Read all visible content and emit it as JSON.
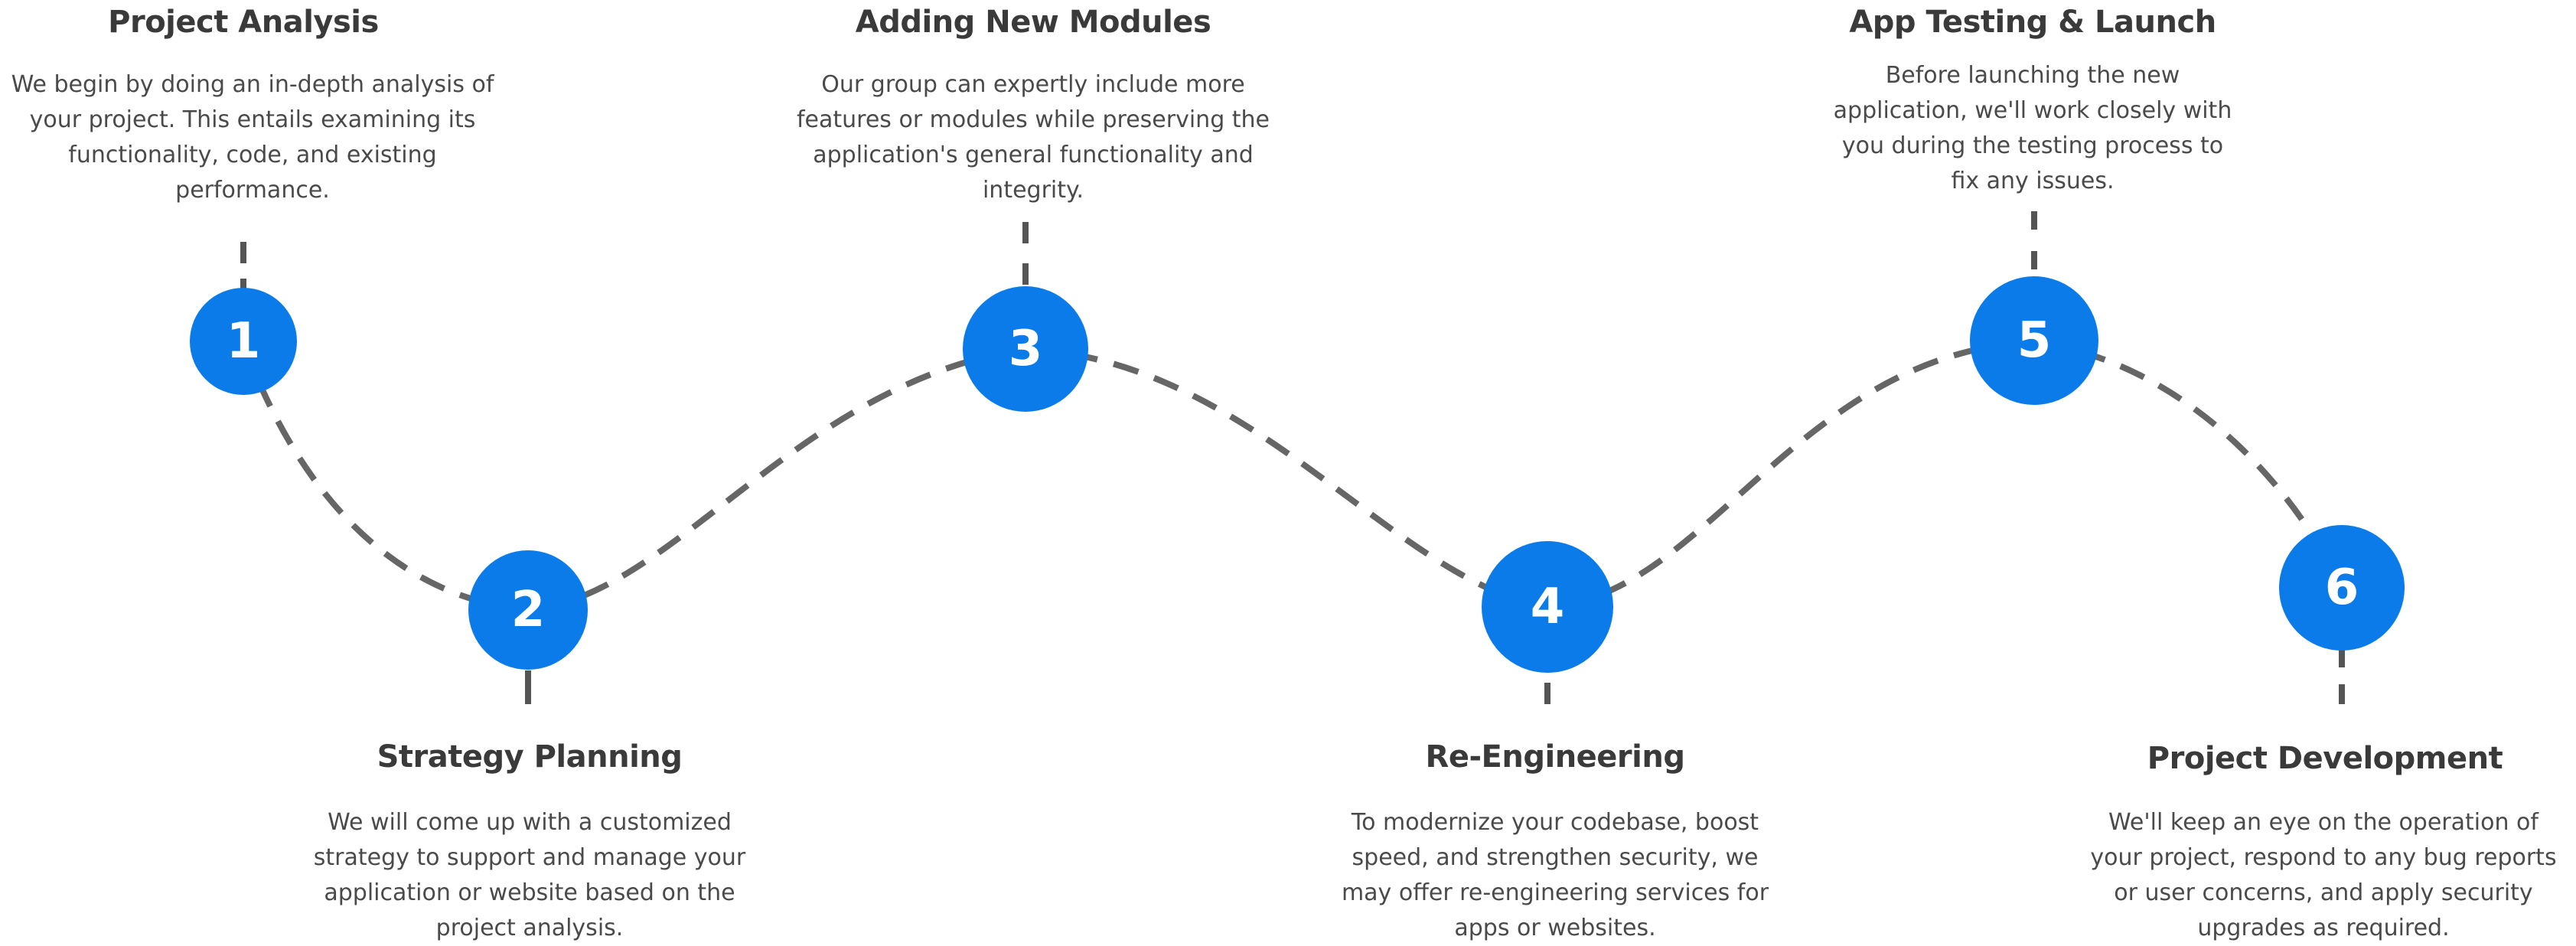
{
  "colors": {
    "accent": "#0a7be8",
    "connector": "#666666",
    "title": "#3a3a3a",
    "text": "#4a4a4a"
  },
  "steps": [
    {
      "number": "1",
      "title": "Project Analysis",
      "lines": [
        "We begin by doing an in-depth analysis of",
        "your project. This entails examining its",
        "functionality, code, and existing",
        "performance."
      ]
    },
    {
      "number": "2",
      "title": "Strategy Planning",
      "lines": [
        "We will come up with a customized",
        "strategy to support and manage your",
        "application or website based on the",
        "project analysis."
      ]
    },
    {
      "number": "3",
      "title": "Adding New Modules",
      "lines": [
        "Our group can expertly include more",
        "features or modules while preserving the",
        "application's general functionality and",
        "integrity."
      ]
    },
    {
      "number": "4",
      "title": "Re-Engineering",
      "lines": [
        "To modernize your codebase, boost",
        "speed, and strengthen security, we",
        "may offer re-engineering services for",
        "apps or websites."
      ]
    },
    {
      "number": "5",
      "title": "App Testing & Launch",
      "lines": [
        "Before launching the new",
        "application, we'll work closely with",
        "you during the testing process to",
        "fix any issues."
      ]
    },
    {
      "number": "6",
      "title": "Project Development",
      "lines": [
        "We'll keep an eye on the operation of",
        "your project, respond to any bug reports",
        "or user concerns, and apply security",
        "upgrades as required."
      ]
    }
  ]
}
